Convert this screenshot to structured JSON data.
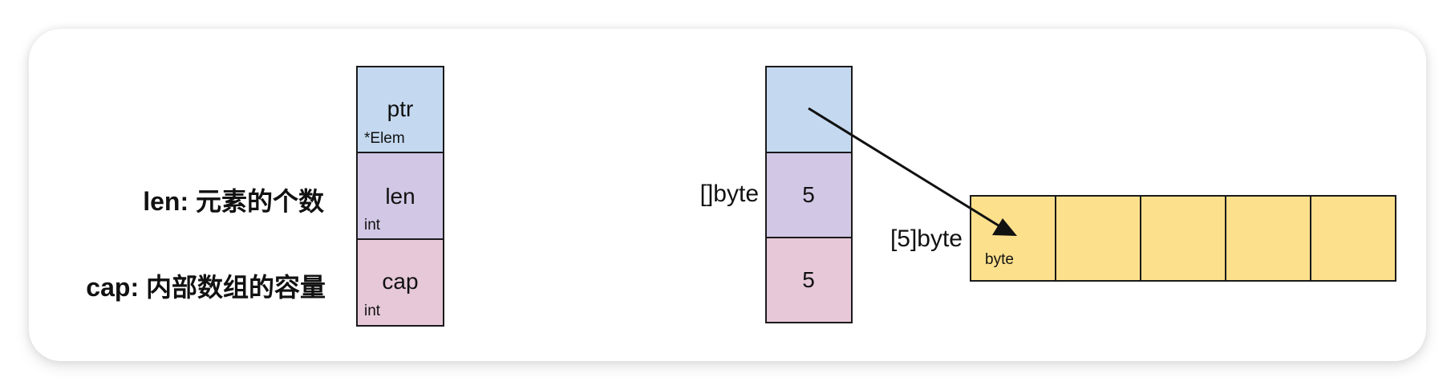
{
  "colors": {
    "ptr_fill": "#c4d9f0",
    "len_fill": "#d2c8e5",
    "cap_fill": "#e6c8d8",
    "byte_fill": "#fce08c"
  },
  "struct": {
    "ptr": {
      "name": "ptr",
      "type": "*Elem"
    },
    "len": {
      "name": "len",
      "type": "int",
      "description": "len: 元素的个数"
    },
    "cap": {
      "name": "cap",
      "type": "int",
      "description": "cap: 内部数组的容量"
    }
  },
  "slice_example": {
    "label": "[]byte",
    "len_value": "5",
    "cap_value": "5"
  },
  "array": {
    "label": "[5]byte",
    "element_type": "byte",
    "length": 5
  }
}
